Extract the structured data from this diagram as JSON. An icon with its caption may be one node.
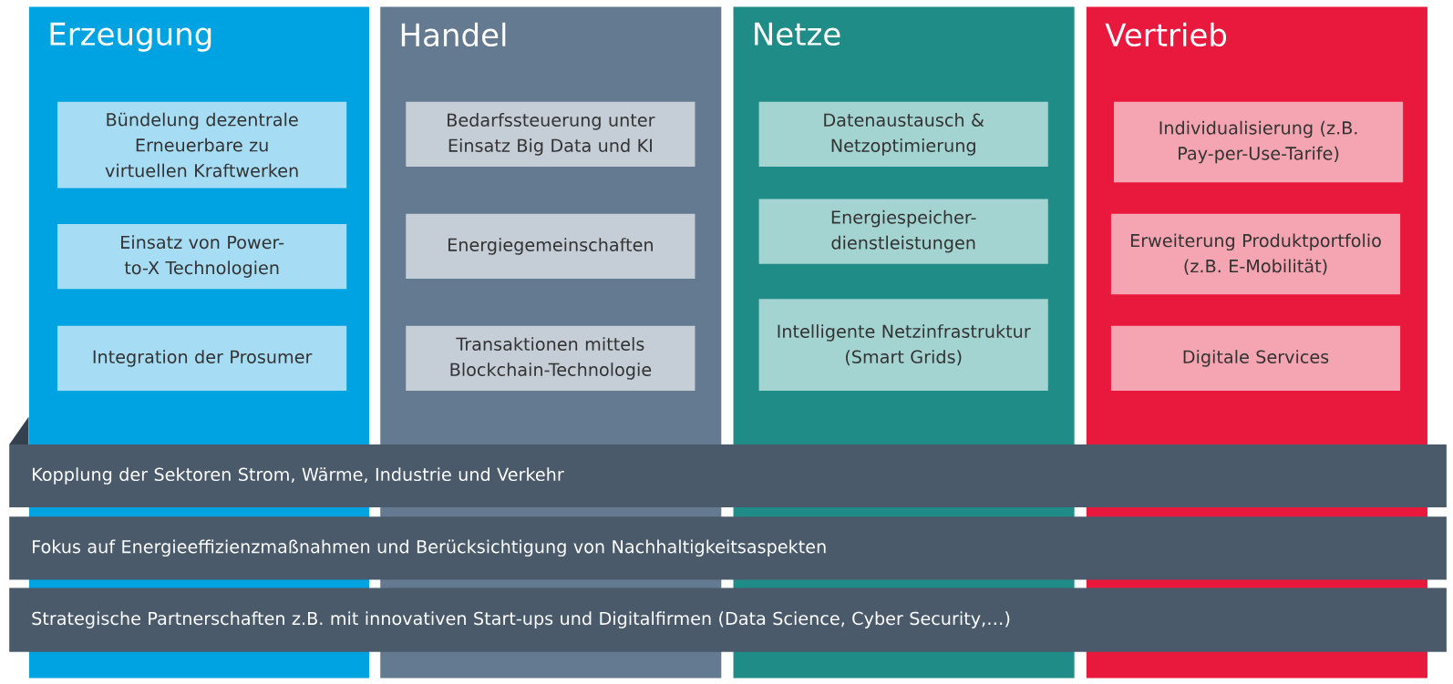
{
  "diagram": {
    "nodes": [
      {
        "text": [
          "Erzeugung"
        ]
      },
      {
        "text": [
          "Bündelung dezentrale Erneuerbare zu virtuellen Kraftwerken"
        ],
        "in": 0
      },
      {
        "text": [
          "Einsatz von Power-to-X Technologien"
        ],
        "in": 0
      },
      {
        "text": [
          "Integration der Prosumer"
        ],
        "in": 0
      },
      {
        "text": [
          "Handel"
        ]
      },
      {
        "text": [
          "Bedarfssteuerung unter Einsatz Big Data und KI"
        ],
        "in": 4
      },
      {
        "text": [
          "Energiegemeinschaften"
        ],
        "in": 4
      },
      {
        "text": [
          "Transaktionen mittels Blockchain-Technologie"
        ],
        "in": 4
      },
      {
        "text": [
          "Netze"
        ]
      },
      {
        "text": [
          "Datenaustausch & Netzoptimierung"
        ],
        "in": 8
      },
      {
        "text": [
          "Energiespeicher-dienstleistungen"
        ],
        "in": 8
      },
      {
        "text": [
          "Intelligente Netzinfrastruktur (Smart Grids)"
        ],
        "in": 8
      },
      {
        "text": [
          "Vertrieb"
        ]
      },
      {
        "text": [
          "Individualisierung (z.B. Pay-per-Use-Tarife)"
        ],
        "in": 12
      },
      {
        "text": [
          "Erweiterung Produktportfolio (z.B. E-Mobilität)"
        ],
        "in": 12
      },
      {
        "text": [
          "Digitale Services"
        ],
        "in": 12
      },
      {
        "text": [
          "Kopplung der Sektoren Strom, Wärme, Industrie und Verkehr"
        ]
      },
      {
        "text": [
          "Fokus auf Energieeffizienzmaßnahmen und Berücksichtigung von Nachhaltigkeitsaspekten"
        ]
      },
      {
        "text": [
          "Strategische Partnerschaften z.B. mit innovativen Start-ups und Digitalfirmen (Data Science, Cyber Security,…)"
        ]
      }
    ]
  }
}
